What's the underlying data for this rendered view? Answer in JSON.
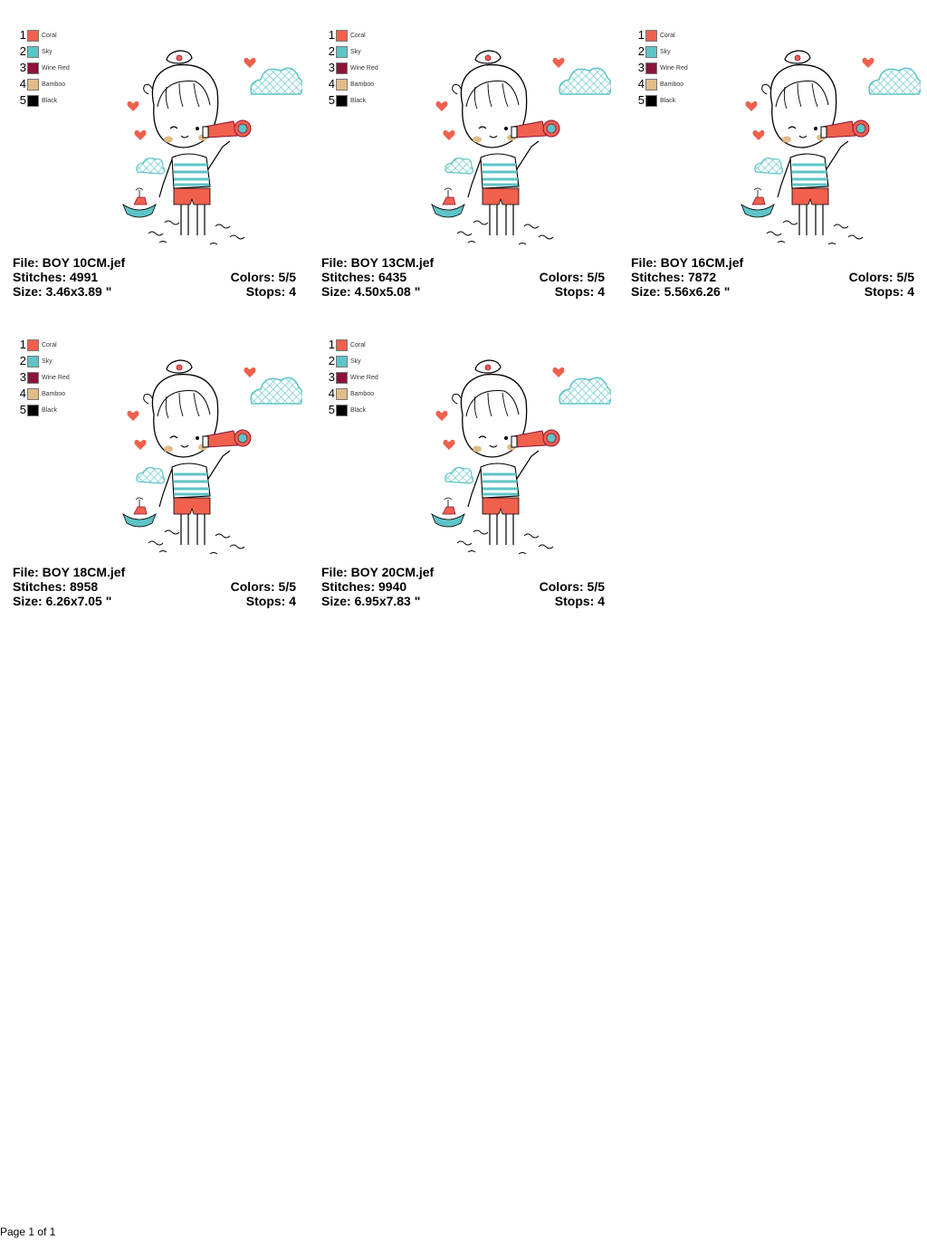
{
  "palette": [
    {
      "num": "1",
      "name": "Coral",
      "color": "#f0604d"
    },
    {
      "num": "2",
      "name": "Sky",
      "color": "#5ec4c7"
    },
    {
      "num": "3",
      "name": "Wine Red",
      "color": "#8a1538"
    },
    {
      "num": "4",
      "name": "Bamboo",
      "color": "#e0bc88"
    },
    {
      "num": "5",
      "name": "Black",
      "color": "#000000"
    }
  ],
  "designs": [
    {
      "file": "File: BOY 10CM.jef",
      "stitches": "Stitches: 4991",
      "size": "Size: 3.46x3.89 \"",
      "colors": "Colors: 5/5",
      "stops": "Stops: 4"
    },
    {
      "file": "File: BOY 13CM.jef",
      "stitches": "Stitches: 6435",
      "size": "Size: 4.50x5.08 \"",
      "colors": "Colors: 5/5",
      "stops": "Stops: 4"
    },
    {
      "file": "File: BOY 16CM.jef",
      "stitches": "Stitches: 7872",
      "size": "Size: 5.56x6.26 \"",
      "colors": "Colors: 5/5",
      "stops": "Stops: 4"
    },
    {
      "file": "File: BOY 18CM.jef",
      "stitches": "Stitches: 8958",
      "size": "Size: 6.26x7.05 \"",
      "colors": "Colors: 5/5",
      "stops": "Stops: 4"
    },
    {
      "file": "File: BOY 20CM.jef",
      "stitches": "Stitches: 9940",
      "size": "Size: 6.95x7.83 \"",
      "colors": "Colors: 5/5",
      "stops": "Stops: 4"
    }
  ],
  "footer": {
    "page": "Page 1 of 1"
  }
}
